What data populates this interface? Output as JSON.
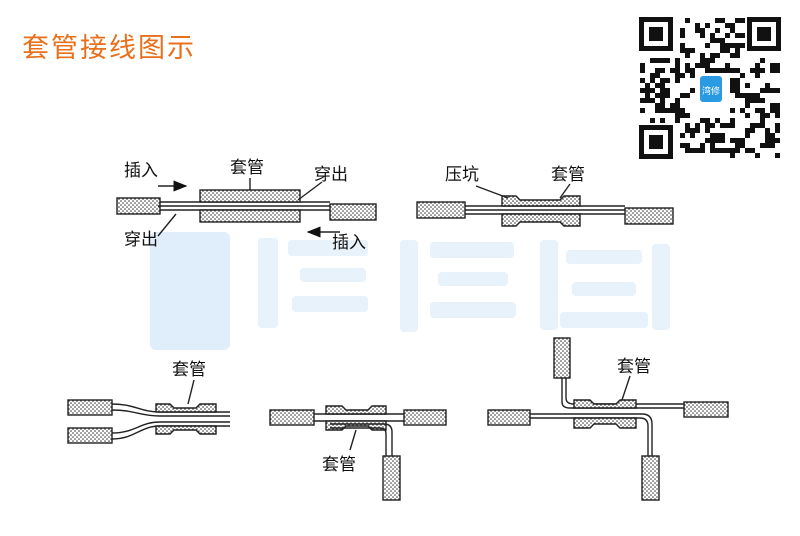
{
  "title": "套管接线图示",
  "colors": {
    "title": "#e8701c",
    "line": "#222222",
    "watermark": "#cfe6f8",
    "qr_badge": "#2a9be2"
  },
  "qr_badge_text": "湾修",
  "diagram1": {
    "label_insert_left": "插入",
    "label_sleeve": "套管",
    "label_through_right": "穿出",
    "label_through_left": "穿出",
    "label_insert_right": "插入"
  },
  "diagram2": {
    "label_crimp": "压坑",
    "label_sleeve": "套管"
  },
  "diagram3": {
    "label_sleeve": "套管"
  },
  "diagram4": {
    "label_sleeve": "套管"
  },
  "diagram5": {
    "label_sleeve": "套管"
  }
}
